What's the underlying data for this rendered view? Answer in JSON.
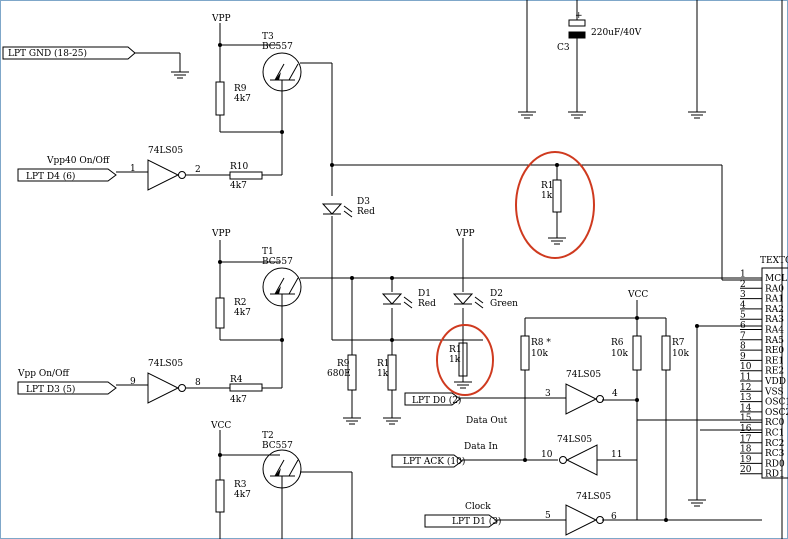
{
  "ports": {
    "lpt_gnd": "LPT GND (18-25)",
    "lpt_d4": "LPT D4 (6)",
    "lpt_d3": "LPT D3 (5)",
    "lpt_d0": "LPT D0 (2)",
    "lpt_ack": "LPT ACK (10)",
    "lpt_d1": "LPT D1 (3)"
  },
  "signals": {
    "vpp40": "Vpp40 On/Off",
    "vpp": "Vpp On/Off",
    "data_out": "Data Out",
    "data_in": "Data In",
    "clock": "Clock"
  },
  "rails": {
    "vpp": "VPP",
    "vcc": "VCC"
  },
  "parts": {
    "t3": "T3",
    "t1": "T1",
    "t2": "T2",
    "bc557": "BC557",
    "r9_top": "R9",
    "r9_mid": "R9",
    "r10": "R10",
    "r2": "R2",
    "r3": "R3",
    "r4": "R4",
    "r1_a": "R1",
    "r1_b": "R1",
    "r1_c": "R1",
    "r8": "R8 *",
    "r6": "R6",
    "r7": "R7",
    "v4k7": "4k7",
    "v1k": "1k",
    "v10k": "10k",
    "v680e": "680E",
    "d3": "D3",
    "d1": "D1",
    "d2": "D2",
    "red": "Red",
    "green": "Green",
    "c3": "C3",
    "c3v": "220uF/40V",
    "ls05": "74LS05"
  },
  "pins": {
    "p1": "1",
    "p2": "2",
    "p9": "9",
    "p8": "8",
    "p3": "3",
    "p4": "4",
    "p10": "10",
    "p11": "11",
    "p5": "5",
    "p6": "6"
  },
  "chip": {
    "name": "TEXTO",
    "pins": [
      {
        "num": "1",
        "label": "MCL"
      },
      {
        "num": "2",
        "label": "RA0"
      },
      {
        "num": "3",
        "label": "RA1"
      },
      {
        "num": "4",
        "label": "RA2"
      },
      {
        "num": "5",
        "label": "RA3"
      },
      {
        "num": "6",
        "label": "RA4"
      },
      {
        "num": "7",
        "label": "RA5"
      },
      {
        "num": "8",
        "label": "RE0"
      },
      {
        "num": "9",
        "label": "RE1"
      },
      {
        "num": "10",
        "label": "RE2"
      },
      {
        "num": "11",
        "label": "VDD"
      },
      {
        "num": "12",
        "label": "VSS"
      },
      {
        "num": "13",
        "label": "OSC1"
      },
      {
        "num": "14",
        "label": "OSC2"
      },
      {
        "num": "15",
        "label": "RC0"
      },
      {
        "num": "16",
        "label": "RC1"
      },
      {
        "num": "17",
        "label": "RC2"
      },
      {
        "num": "18",
        "label": "RC3"
      },
      {
        "num": "19",
        "label": "RD0"
      },
      {
        "num": "20",
        "label": "RD1"
      }
    ]
  },
  "highlight_color": "#cf3a1f"
}
